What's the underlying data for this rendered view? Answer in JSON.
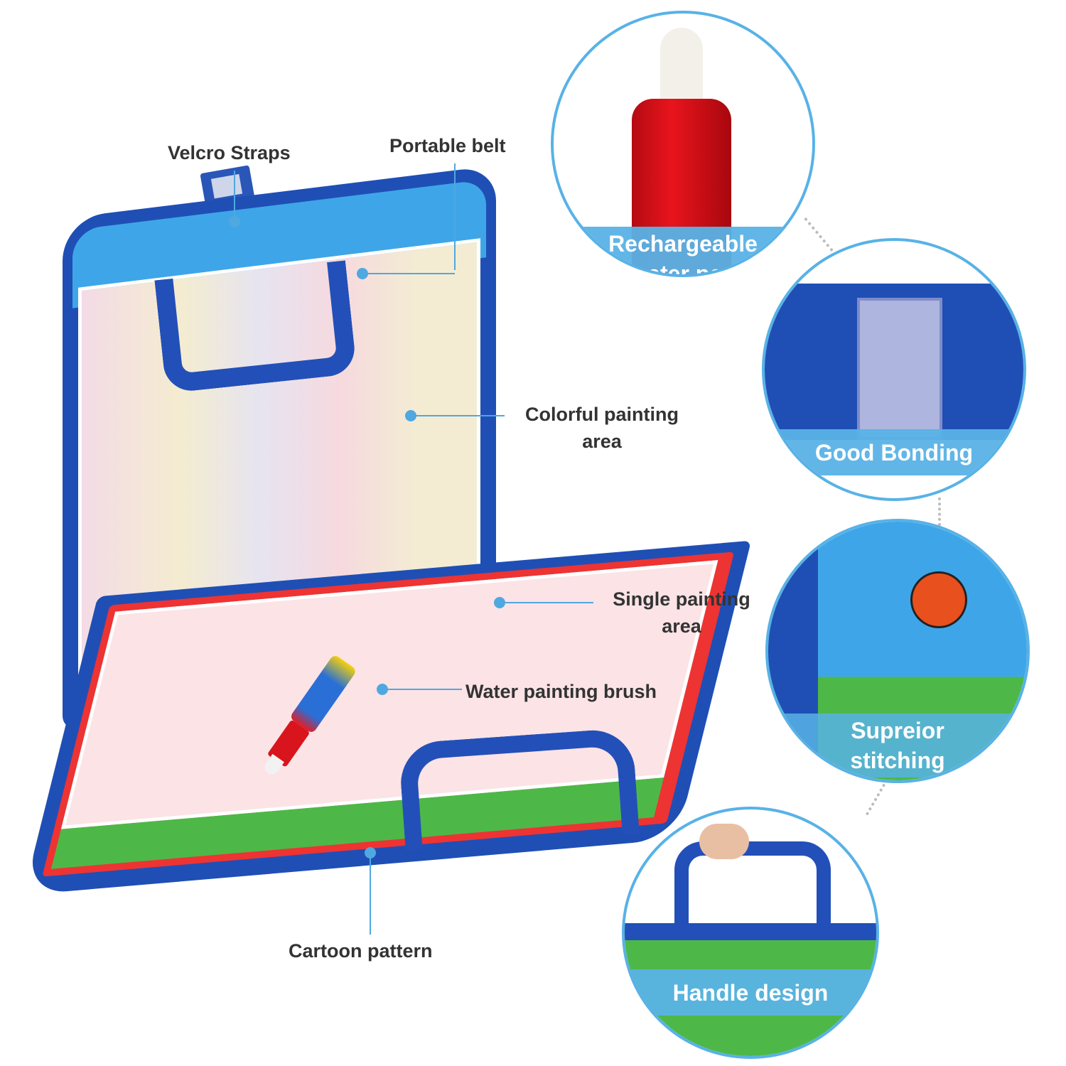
{
  "callouts": {
    "velcro": "Velcro Straps",
    "belt": "Portable belt",
    "colorful_1": "Colorful painting",
    "colorful_2": "area",
    "single_1": "Single painting",
    "single_2": "area",
    "brush": "Water painting brush",
    "cartoon": "Cartoon pattern"
  },
  "features": [
    {
      "line1": "Rechargeable",
      "line2": "water pen"
    },
    {
      "line1": "Good Bonding"
    },
    {
      "line1": "Supreior",
      "line2": "stitching"
    },
    {
      "line1": "Handle design"
    }
  ],
  "colors": {
    "accent": "#58b2e6",
    "folder_blue": "#1f4fb5",
    "board_pink": "#fbe3e6",
    "pen_red": "#d8141c"
  }
}
